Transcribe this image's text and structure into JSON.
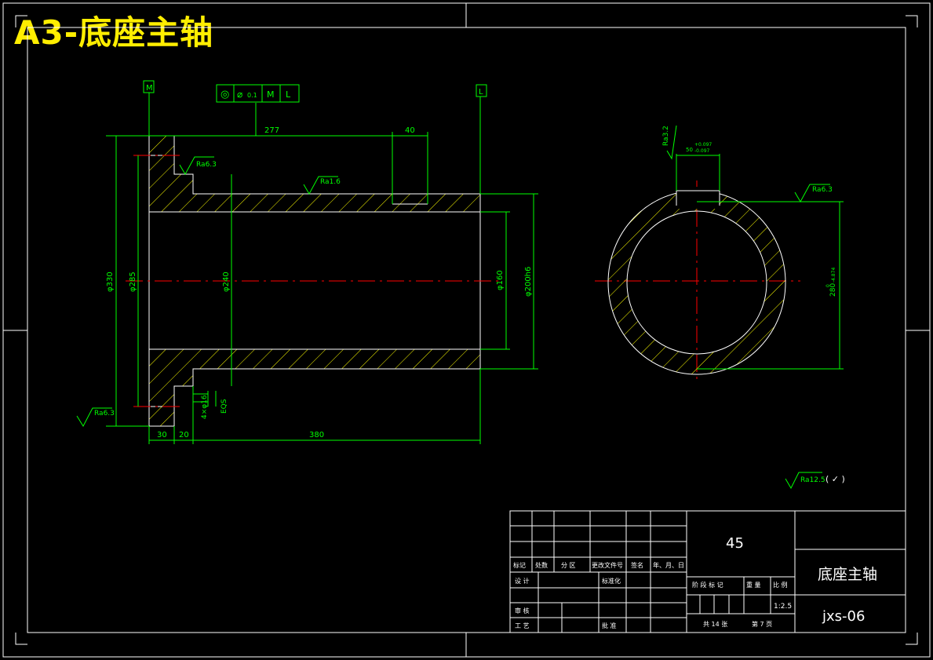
{
  "title": "A3-底座主轴",
  "colors": {
    "frame": "#ffffff",
    "outline": "#ffffff",
    "dimension": "#00ff00",
    "hatch": "#ffff00",
    "center": "#ff0000",
    "title": "#ffee00"
  },
  "datum": {
    "m": "M",
    "l": "L"
  },
  "tolerance": {
    "sym1": "◎",
    "diam": "⌀",
    "value": "0.1",
    "m": "M",
    "l": "L"
  },
  "dims": {
    "d277": "277",
    "d40": "40",
    "d330": "φ330",
    "d285": "φ285",
    "d240": "φ240",
    "d160": "φ160",
    "d200": "φ200h6",
    "d30": "30",
    "d20": "20",
    "d380": "380",
    "holes": "4×φ16",
    "eqs": "EQS"
  },
  "rough": {
    "r1": "Ra6.3",
    "r2": "Ra1.6",
    "r3": "Ra6.3",
    "r4": "Ra3.2",
    "r5": "Ra6.3",
    "general": "Ra12.5",
    "general_paren": "( ✓ )"
  },
  "keyway": {
    "width": "50",
    "upper": "+0.097",
    "lower": "-0.097",
    "depth": "280",
    "depth_upper": "0",
    "depth_lower": "-4.874"
  },
  "titleblock": {
    "material": "45",
    "part_name": "底座主轴",
    "drawing_no": "jxs-06",
    "scale": "1:2.5",
    "h_mark": "标记",
    "h_count": "处数",
    "h_zone": "分 区",
    "h_doc": "更改文件号",
    "h_sign": "签名",
    "h_date": "年、月、日",
    "design": "设 计",
    "standard": "标准化",
    "stage": "阶 段 标 记",
    "weight": "重 量",
    "ratio": "比 例",
    "review": "审 核",
    "process": "工 艺",
    "approve": "批 准",
    "total": "共 14 张",
    "page": "第 7 页"
  }
}
